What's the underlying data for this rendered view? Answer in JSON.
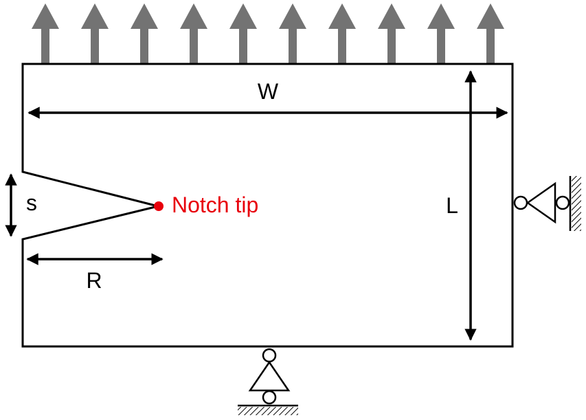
{
  "colors": {
    "line": "#000000",
    "load_arrow": "#737373",
    "notch_tip": "#e8000b"
  },
  "labels": {
    "width": "W",
    "length": "L",
    "notch_opening": "s",
    "notch_depth": "R",
    "notch_tip": "Notch tip"
  },
  "load": {
    "arrow_count": 10,
    "direction": "up"
  },
  "supports": [
    {
      "type": "roller",
      "location": "right edge"
    },
    {
      "type": "roller",
      "location": "bottom edge"
    }
  ]
}
